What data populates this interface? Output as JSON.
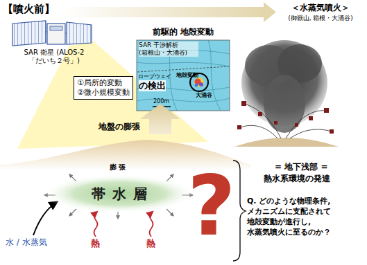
{
  "diagram": {
    "title": "【噴火前】",
    "nodes": [
      {
        "text": [
          "前駆的 地殻変動",
          "SAR 干渉解析 (箱根山・大涌谷)"
        ]
      },
      {
        "text": [
          "①局所的変動",
          "②微小規模変動"
        ]
      },
      {
        "text": [
          "帯水層"
        ]
      }
    ],
    "labels": [
      "＜水蒸気噴火＞",
      "(御嶽山, 箱根・大涌谷)",
      "SAR 衛星 (ALOS-2「だいち２号」)",
      "ロープウェイ",
      "地殻変動",
      "大涌谷",
      "200m",
      "の検出",
      "地盤の膨張",
      "膨 張",
      "水 / 水蒸気",
      "熱",
      "熱",
      "?",
      "= 地下浅部 =",
      "熱水系環境の発達",
      "Q. どのような物理条件, メカニズムに支配されて 地殻変動が進行し, 水蒸気噴火に至るのか？"
    ]
  }
}
